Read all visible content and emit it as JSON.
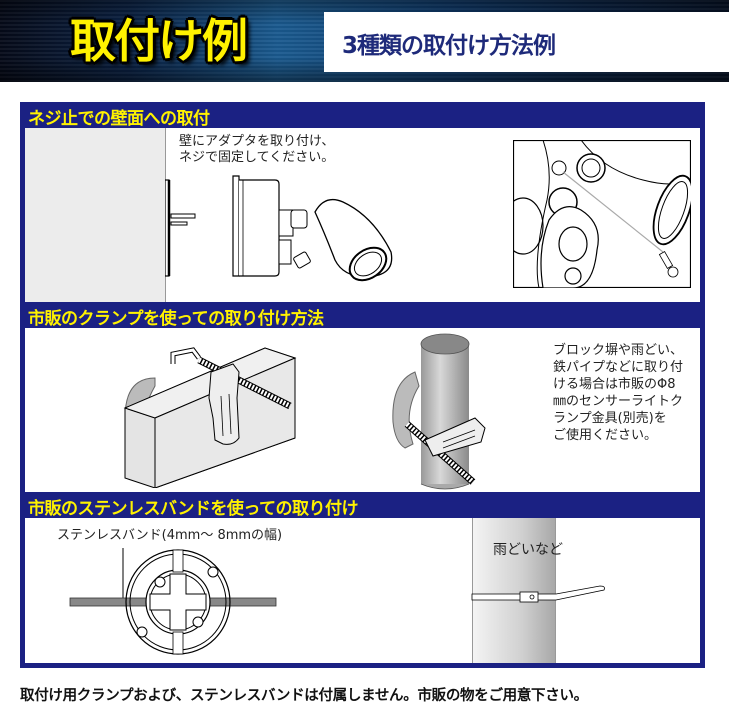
{
  "banner": {
    "title": "取付け例",
    "subtitle": "3種類の取付け方法例",
    "title_color": "#fff200",
    "subtitle_color": "#1e2a7a"
  },
  "sections": [
    {
      "heading": "ネジ止での壁面への取付",
      "caption": "壁にアダプタを取り付け、\nネジで固定してください。",
      "illustrations": [
        "wall-adapter-illustration",
        "sensor-light-side-view",
        "screw-detail-closeup"
      ]
    },
    {
      "heading": "市販のクランプを使っての取り付け方法",
      "caption": "ブロック塀や雨どい、\n鉄パイプなどに取り付\nける場合は市販のΦ8\n㎜のセンサーライトク\nランプ金具(別売)を\nご使用ください。",
      "illustrations": [
        "clamp-on-block-wall",
        "clamp-on-pipe"
      ]
    },
    {
      "heading": "市販のステンレスバンドを使っての取り付け",
      "band_label": "ステンレスバンド(4mm～ 8mmの幅)",
      "pipe_label": "雨どいなど",
      "illustrations": [
        "band-through-mount-base",
        "band-around-gutter-pipe"
      ]
    }
  ],
  "footer": {
    "note": "取付け用クランプおよび、ステンレスバンドは付属しません。市販の物をご用意下さい。"
  },
  "colors": {
    "panel_border": "#1b2183",
    "heading_text": "#fff200",
    "banner_dark": "#0b2347"
  }
}
